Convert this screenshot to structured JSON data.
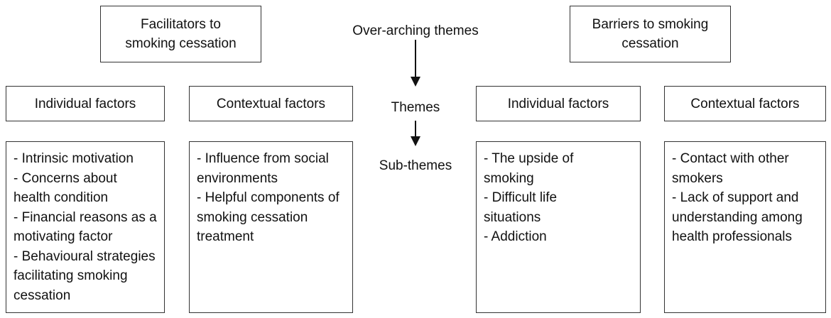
{
  "overarching": {
    "facilitators": "Facilitators to smoking cessation",
    "barriers": "Barriers to smoking cessation"
  },
  "legend": {
    "overarching_themes": "Over-arching themes",
    "themes": "Themes",
    "sub_themes": "Sub-themes"
  },
  "themes": {
    "fac_individual": "Individual factors",
    "fac_contextual": "Contextual factors",
    "bar_individual": "Individual factors",
    "bar_contextual": "Contextual factors"
  },
  "subthemes": {
    "fac_individual": [
      "- Intrinsic motivation",
      "- Concerns about health condition",
      "- Financial reasons as a motivating factor",
      "- Behavioural strategies facilitating smoking cessation"
    ],
    "fac_contextual": [
      "- Influence from social environments",
      "- Helpful components of smoking cessation treatment"
    ],
    "bar_individual": [
      "- The upside of smoking",
      "- Difficult life situations",
      "- Addiction"
    ],
    "bar_contextual": [
      "- Contact with other smokers",
      "- Lack of support and understanding among health professionals"
    ]
  }
}
